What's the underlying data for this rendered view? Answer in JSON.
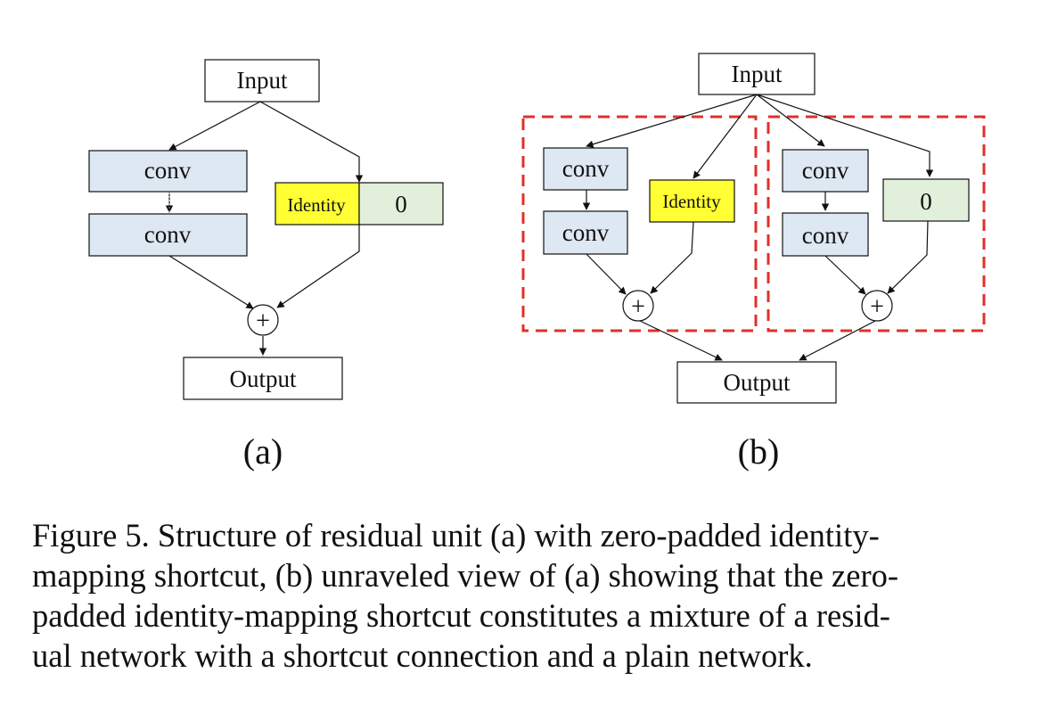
{
  "panel_a": {
    "input_label": "Input",
    "conv1_label": "conv",
    "conv2_label": "conv",
    "identity_label": "Identity",
    "zero_label": "0",
    "add_symbol": "+",
    "output_label": "Output",
    "panel_label": "(a)"
  },
  "panel_b": {
    "input_label": "Input",
    "residual": {
      "conv1_label": "conv",
      "conv2_label": "conv",
      "identity_label": "Identity",
      "add_symbol": "+"
    },
    "plain": {
      "conv1_label": "conv",
      "conv2_label": "conv",
      "zero_label": "0",
      "add_symbol": "+"
    },
    "output_label": "Output",
    "panel_label": "(b)"
  },
  "colors": {
    "conv_fill": "#dde8f3",
    "identity_fill": "#ffff33",
    "zero_fill": "#e2efda",
    "dashed_border": "#e0302a",
    "line": "#111111"
  },
  "caption": {
    "line1": "Figure 5. Structure of residual unit (a) with zero-padded identity-",
    "line2": "mapping shortcut, (b) unraveled view of (a) showing that the zero-",
    "line3": "padded identity-mapping shortcut constitutes a mixture of a resid-",
    "line4": "ual network with a shortcut connection and a plain network."
  }
}
